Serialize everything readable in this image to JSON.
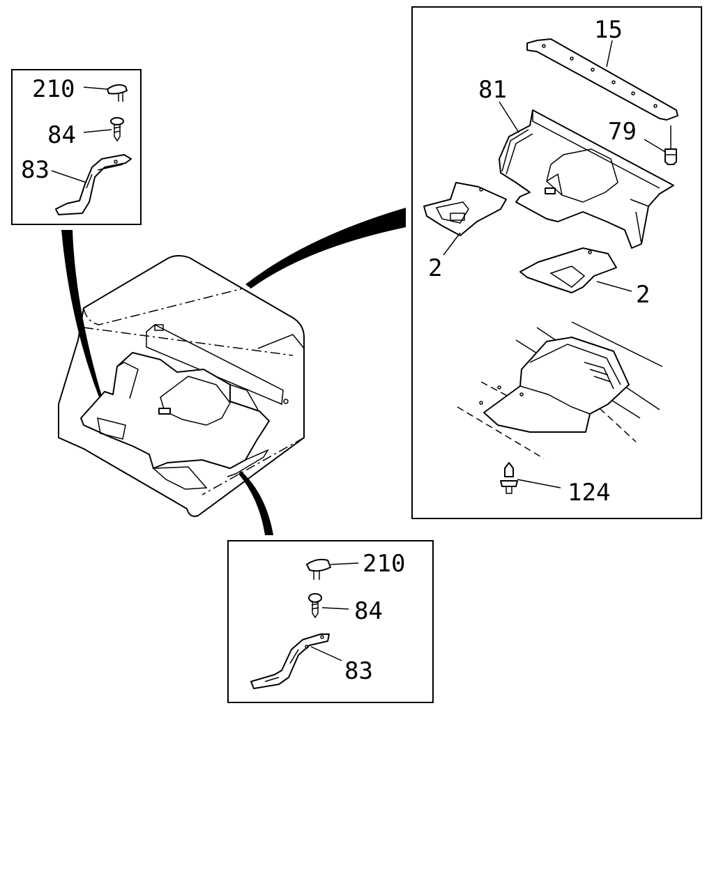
{
  "callouts": {
    "upper_left_inset": {
      "clip": "210",
      "screw": "84",
      "bracket": "83"
    },
    "right_inset": {
      "panel": "15",
      "floor_mat": "81",
      "fastener": "79",
      "insulator_left": "2",
      "insulator_right": "2",
      "clip": "124"
    },
    "lower_inset": {
      "clip": "210",
      "screw": "84",
      "bracket": "83"
    }
  }
}
